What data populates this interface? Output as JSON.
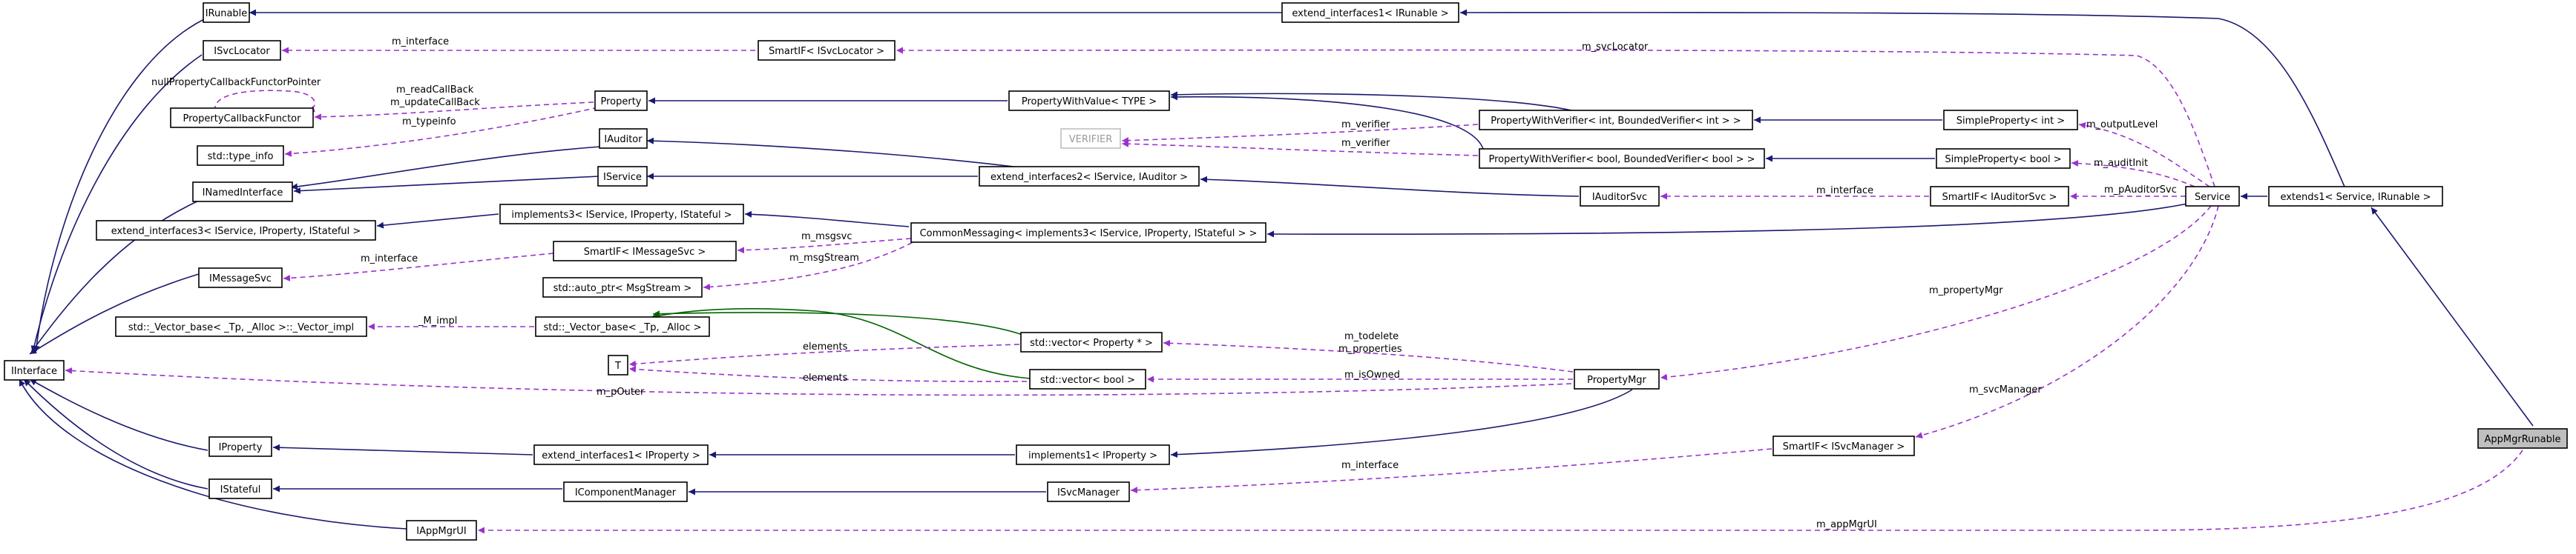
{
  "nodes": {
    "AppMgrRunable": "AppMgrRunable",
    "extends1": "extends1< Service, IRunable >",
    "Service": "Service",
    "IRunable": "IRunable",
    "extend_interfaces1_IRunable": "extend_interfaces1< IRunable >",
    "ISvcLocator": "ISvcLocator",
    "SmartIF_ISvcLocator": "SmartIF< ISvcLocator >",
    "PropertyCallbackFunctor": "PropertyCallbackFunctor",
    "Property": "Property",
    "std_type_info": "std::type_info",
    "IAuditor": "IAuditor",
    "INamedInterface": "INamedInterface",
    "IService": "IService",
    "PropertyWithValue": "PropertyWithValue< TYPE >",
    "VERIFIER": "VERIFIER",
    "PWV_int": "PropertyWithVerifier< int, BoundedVerifier< int > >",
    "PWV_bool": "PropertyWithVerifier< bool, BoundedVerifier< bool > >",
    "SimpleProperty_int": "SimpleProperty< int >",
    "SimpleProperty_bool": "SimpleProperty< bool >",
    "extend_interfaces2": "extend_interfaces2< IService, IAuditor >",
    "IAuditorSvc": "IAuditorSvc",
    "SmartIF_IAuditorSvc": "SmartIF< IAuditorSvc >",
    "extend_interfaces3": "extend_interfaces3< IService, IProperty, IStateful >",
    "implements3": "implements3< IService, IProperty, IStateful >",
    "CommonMessaging": "CommonMessaging< implements3< IService, IProperty, IStateful > >",
    "IMessageSvc": "IMessageSvc",
    "SmartIF_IMessageSvc": "SmartIF< IMessageSvc >",
    "auto_ptr_MsgStream": "std::auto_ptr< MsgStream >",
    "Vector_impl": "std::_Vector_base< _Tp, _Alloc >::_Vector_impl",
    "Vector_base": "std::_Vector_base< _Tp, _Alloc >",
    "IInterface": "IInterface",
    "T": "T",
    "vector_PropertyPtr": "std::vector< Property * >",
    "vector_bool": "std::vector< bool >",
    "PropertyMgr": "PropertyMgr",
    "IProperty": "IProperty",
    "extend_interfaces1_IProperty": "extend_interfaces1< IProperty >",
    "implements1_IProperty": "implements1< IProperty >",
    "SmartIF_ISvcManager": "SmartIF< ISvcManager >",
    "IStateful": "IStateful",
    "IComponentManager": "IComponentManager",
    "ISvcManager": "ISvcManager",
    "IAppMgrUI": "IAppMgrUI"
  },
  "edge_labels": {
    "m_interface_svclocator": "m_interface",
    "m_svcLocator": "m_svcLocator",
    "nullPropertyCallbackFunctorPointer": "nullPropertyCallbackFunctorPointer",
    "m_readCallBack": "m_readCallBack",
    "m_updateCallBack": "m_updateCallBack",
    "m_typeinfo": "m_typeinfo",
    "m_verifier_int": "m_verifier",
    "m_verifier_bool": "m_verifier",
    "m_outputLevel": "m_outputLevel",
    "m_auditInit": "m_auditInit",
    "m_interface_auditorsvc": "m_interface",
    "m_pAuditorSvc": "m_pAuditorSvc",
    "m_msgsvc": "m_msgsvc",
    "m_interface_msgsvc": "m_interface",
    "m_msgStream": "m_msgStream",
    "M_impl": "_M_impl",
    "m_propertyMgr": "m_propertyMgr",
    "elements_1": "elements",
    "elements_2": "elements",
    "m_todelete": "m_todelete",
    "m_properties": "m_properties",
    "m_isOwned": "m_isOwned",
    "m_pOuter": "m_pOuter",
    "m_svcManager": "m_svcManager",
    "m_interface_svcmanager": "m_interface",
    "m_appMgrUI": "m_appMgrUI"
  },
  "colors": {
    "inheritance": "#191970",
    "usage": "#9a32cd",
    "template": "#006400",
    "highlight_fill": "#bfbfbf"
  }
}
